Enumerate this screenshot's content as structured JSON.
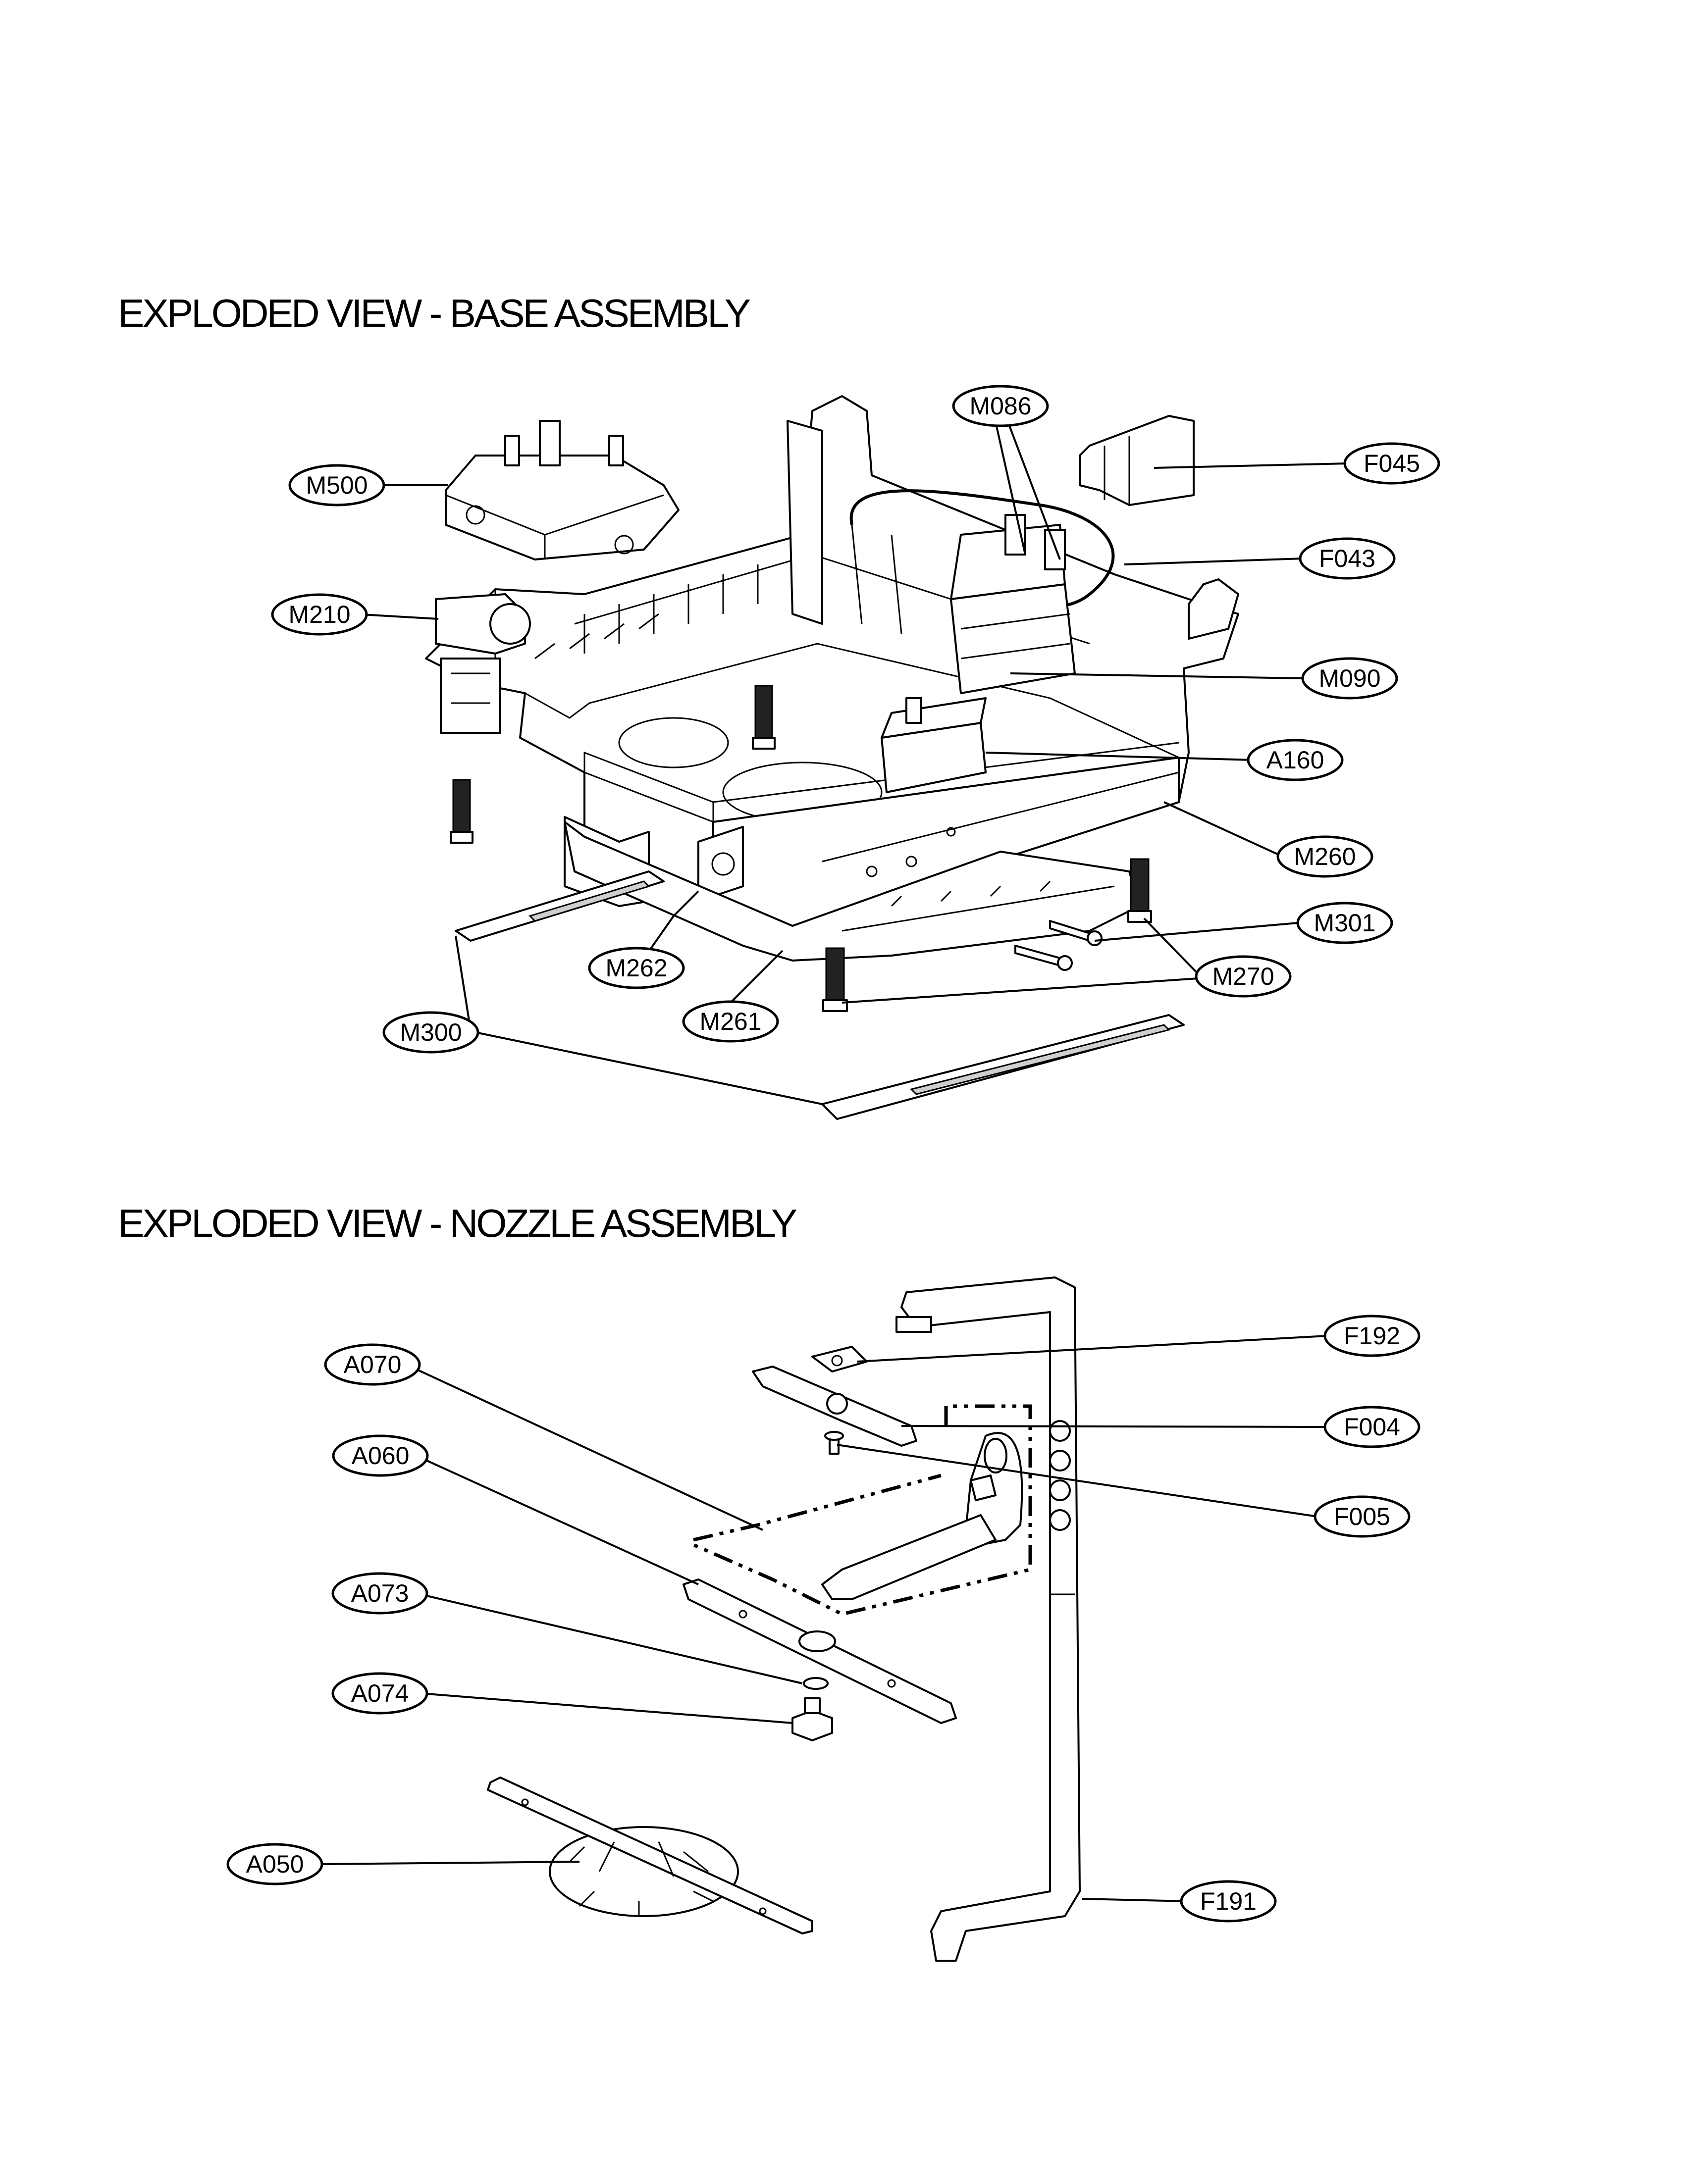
{
  "titles": {
    "base": "EXPLODED VIEW - BASE ASSEMBLY",
    "nozzle": "EXPLODED VIEW - NOZZLE ASSEMBLY"
  },
  "labels": {
    "M086": "M086",
    "F045": "F045",
    "M500": "M500",
    "F043": "F043",
    "M210": "M210",
    "M090": "M090",
    "A160": "A160",
    "M260": "M260",
    "M301": "M301",
    "M270": "M270",
    "M262": "M262",
    "M261": "M261",
    "M300": "M300",
    "F192": "F192",
    "A070": "A070",
    "F004": "F004",
    "A060": "A060",
    "F005": "F005",
    "A073": "A073",
    "A074": "A074",
    "A050": "A050",
    "F191": "F191"
  }
}
